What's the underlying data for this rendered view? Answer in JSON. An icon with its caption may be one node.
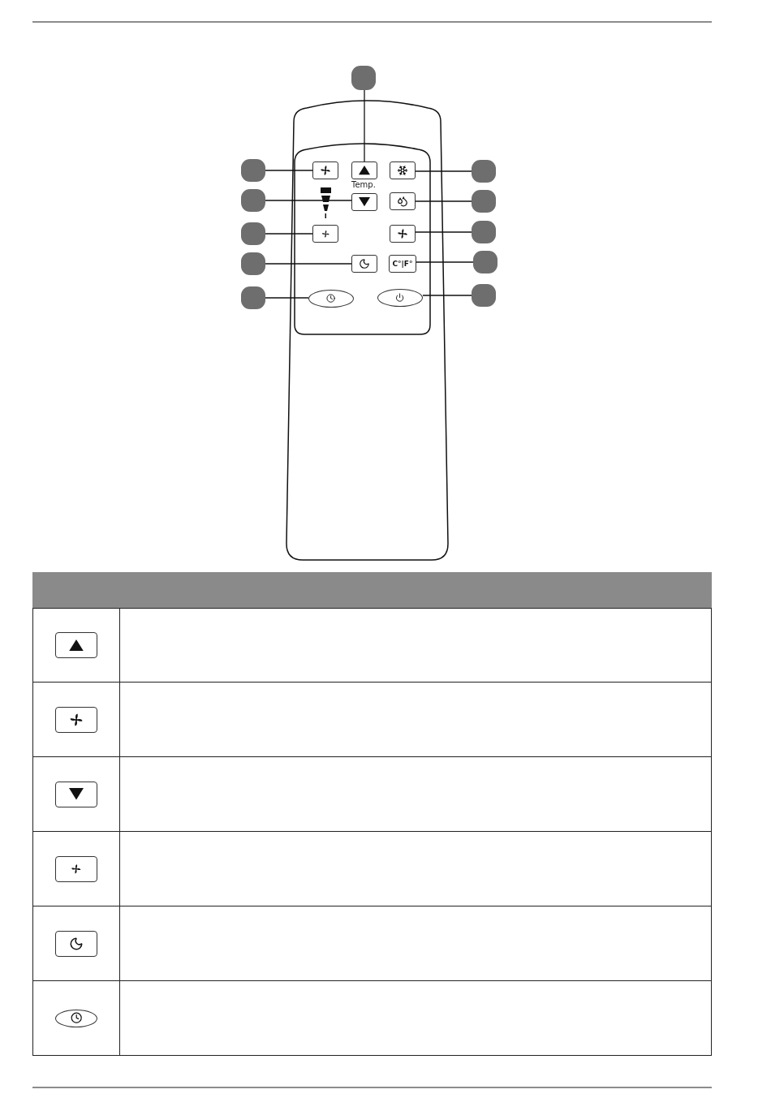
{
  "diagram": {
    "nodes": [
      {
        "text": [],
        "shape": "circle"
      },
      {
        "text": [],
        "shape": "circle"
      },
      {
        "text": [],
        "shape": "circle"
      },
      {
        "text": [],
        "shape": "circle"
      },
      {
        "text": [],
        "shape": "circle"
      },
      {
        "text": [],
        "shape": "circle"
      },
      {
        "text": [],
        "shape": "circle"
      },
      {
        "text": [],
        "shape": "circle"
      },
      {
        "text": [],
        "shape": "circle"
      },
      {
        "text": [],
        "shape": "circle"
      },
      {
        "text": [],
        "shape": "circle"
      },
      {
        "text": [],
        "shape": "box"
      },
      {
        "text": [],
        "shape": "box"
      },
      {
        "text": [],
        "shape": "box"
      },
      {
        "text": [],
        "shape": "box"
      },
      {
        "text": [],
        "shape": "box"
      },
      {
        "text": [],
        "shape": "ellipse"
      },
      {
        "text": [],
        "shape": "box"
      },
      {
        "text": [],
        "shape": "box"
      },
      {
        "text": [],
        "shape": "box"
      },
      {
        "text": [
          "C°|F°"
        ]
      },
      {
        "text": [],
        "shape": "ellipse"
      }
    ],
    "edges": [
      {
        "from": 0,
        "to": 11,
        "arrow": "none"
      },
      {
        "from": 1,
        "to": 12,
        "arrow": "none"
      },
      {
        "from": 2,
        "to": 13,
        "arrow": "none"
      },
      {
        "from": 3,
        "to": 14,
        "arrow": "none"
      },
      {
        "from": 4,
        "to": 15,
        "arrow": "none"
      },
      {
        "from": 5,
        "to": 16,
        "arrow": "none"
      },
      {
        "from": 6,
        "to": 17,
        "arrow": "none"
      },
      {
        "from": 7,
        "to": 18,
        "arrow": "none"
      },
      {
        "from": 8,
        "to": 19,
        "arrow": "none"
      },
      {
        "from": 9,
        "to": 20,
        "arrow": "none"
      },
      {
        "from": 10,
        "to": 21,
        "arrow": "none"
      }
    ],
    "labels": [
      "Temp."
    ]
  }
}
